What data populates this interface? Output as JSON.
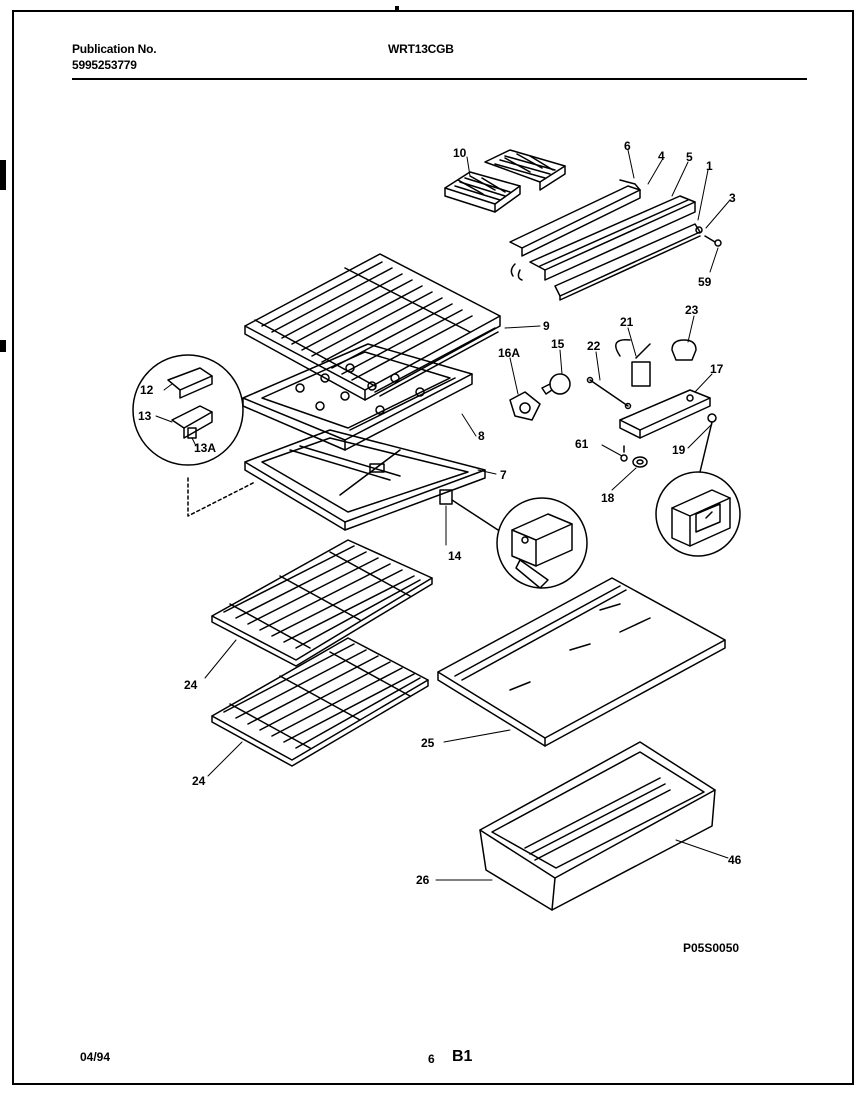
{
  "header": {
    "publication_label": "Publication No.",
    "publication_number": "5995253779",
    "model": "WRT13CGB"
  },
  "diagram": {
    "drawing_code": "P05S0050",
    "callouts": [
      "10",
      "6",
      "4",
      "5",
      "1",
      "3",
      "59",
      "9",
      "16A",
      "15",
      "22",
      "21",
      "23",
      "17",
      "12",
      "13",
      "13A",
      "8",
      "7",
      "61",
      "19",
      "18",
      "14",
      "24",
      "24",
      "25",
      "26",
      "46"
    ]
  },
  "footer": {
    "date": "04/94",
    "page": "6",
    "section": "B1"
  }
}
